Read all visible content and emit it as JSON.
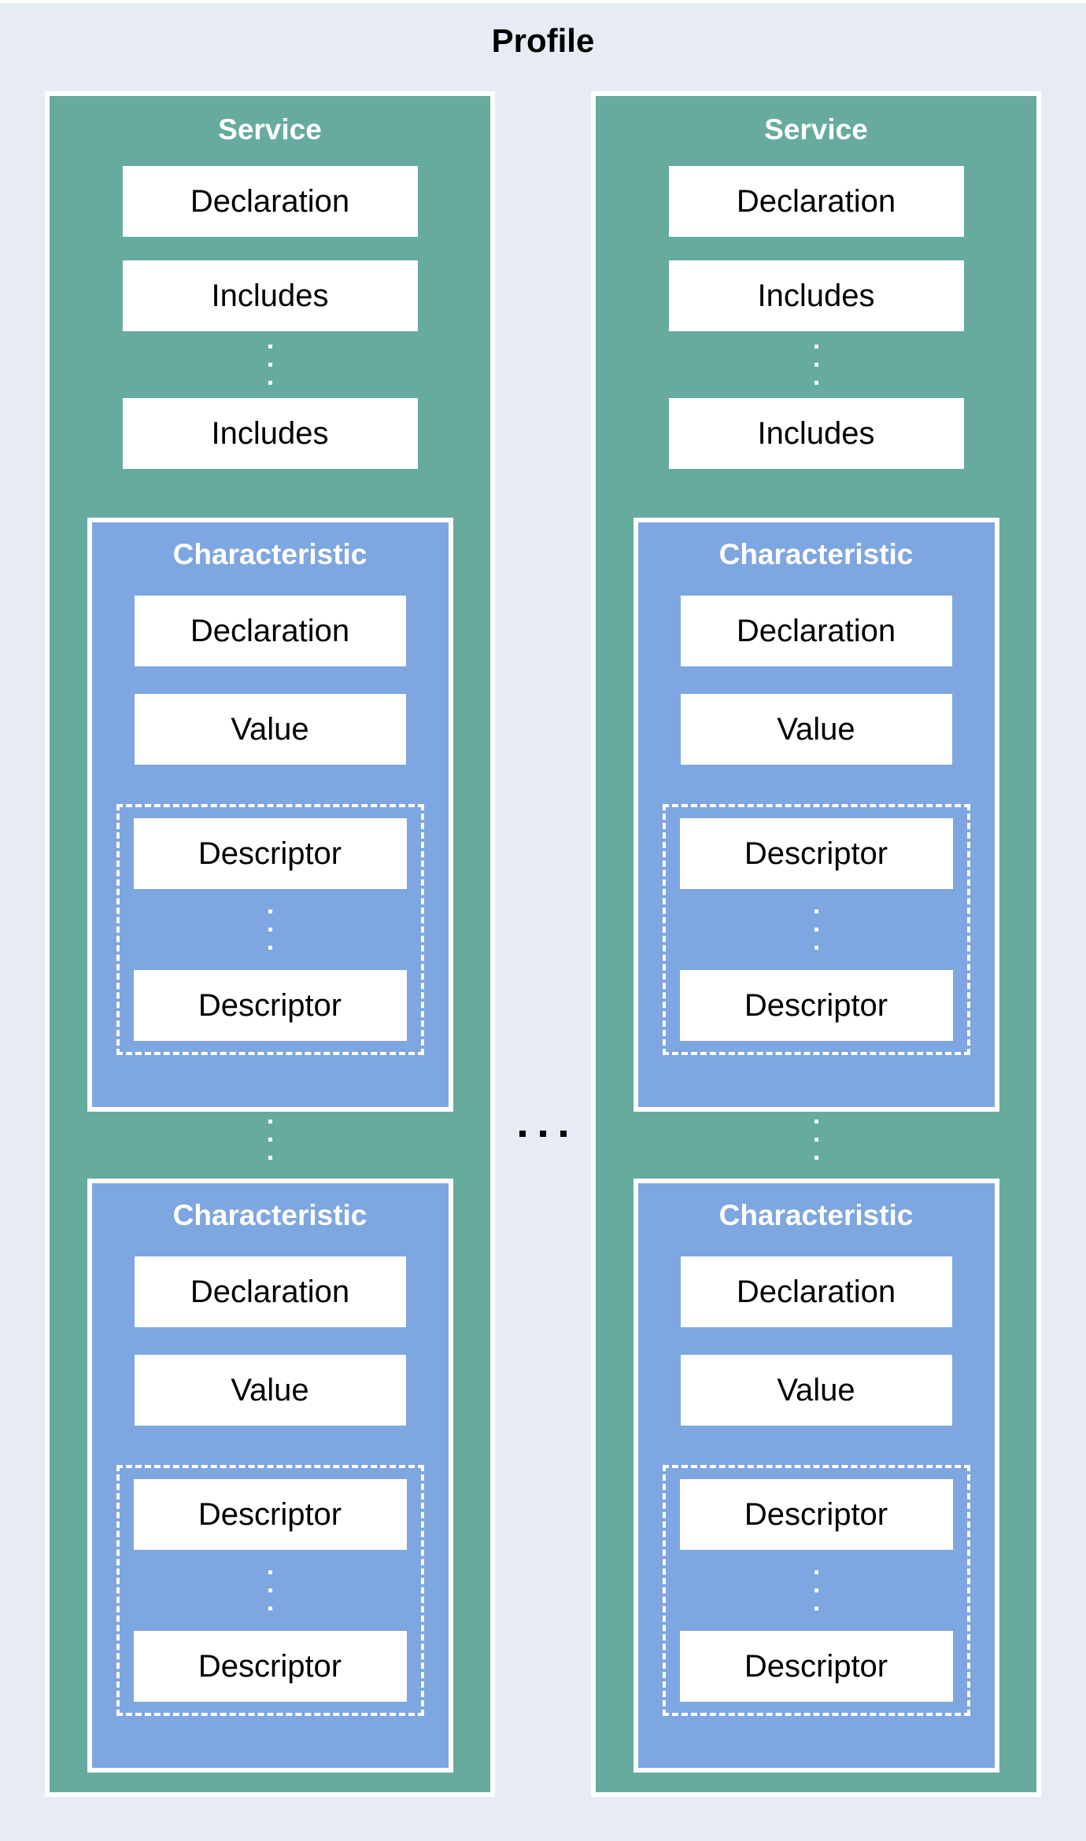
{
  "title": "Profile",
  "colors": {
    "background": "#E7ECF4",
    "service_fill": "#67AB9F",
    "characteristic_fill": "#7EA6E0",
    "box_fill": "#FFFFFF",
    "text": "#000000",
    "header_text": "#FFFFFF"
  },
  "separator": {
    "icon": "horizontal-ellipsis-icon"
  },
  "services": [
    {
      "header": "Service",
      "declaration": "Declaration",
      "includes": [
        "Includes",
        "Includes"
      ],
      "characteristics": [
        {
          "header": "Characteristic",
          "declaration": "Declaration",
          "value": "Value",
          "descriptors": [
            "Descriptor",
            "Descriptor"
          ]
        },
        {
          "header": "Characteristic",
          "declaration": "Declaration",
          "value": "Value",
          "descriptors": [
            "Descriptor",
            "Descriptor"
          ]
        }
      ]
    },
    {
      "header": "Service",
      "declaration": "Declaration",
      "includes": [
        "Includes",
        "Includes"
      ],
      "characteristics": [
        {
          "header": "Characteristic",
          "declaration": "Declaration",
          "value": "Value",
          "descriptors": [
            "Descriptor",
            "Descriptor"
          ]
        },
        {
          "header": "Characteristic",
          "declaration": "Declaration",
          "value": "Value",
          "descriptors": [
            "Descriptor",
            "Descriptor"
          ]
        }
      ]
    }
  ]
}
